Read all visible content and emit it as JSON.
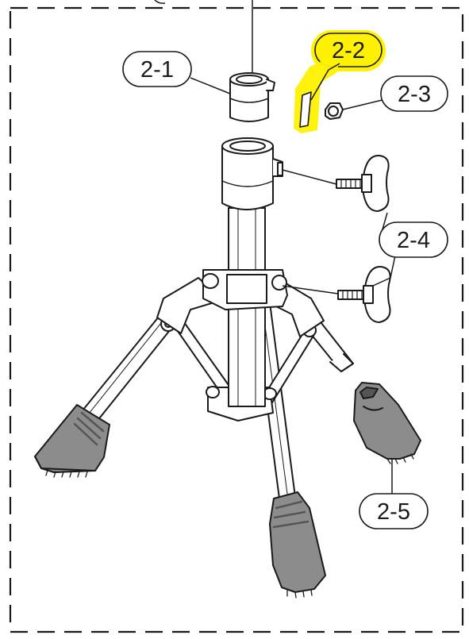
{
  "labels": {
    "part_2_1": "2-1",
    "part_2_2": "2-2",
    "part_2_3": "2-3",
    "part_2_4": "2-4",
    "part_2_5": "2-5"
  },
  "highlighted_part": "2-2",
  "colors": {
    "highlight": "#fff200",
    "line": "#1a1a1a",
    "rubber_foot": "#8c8c8c",
    "rubber_dark": "#555555",
    "tube_fill": "#ffffff"
  }
}
